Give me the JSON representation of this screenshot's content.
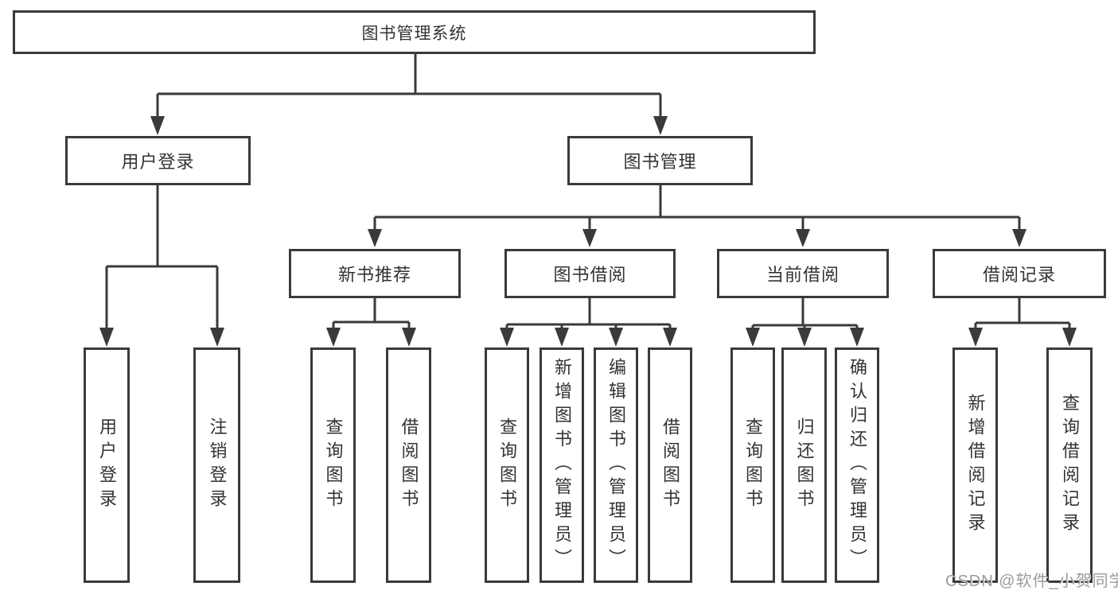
{
  "diagram_title": "图书管理系统",
  "tree": {
    "label": "图书管理系统",
    "children": [
      {
        "label": "用户登录",
        "children": [
          {
            "label": "用户登录"
          },
          {
            "label": "注销登录"
          }
        ]
      },
      {
        "label": "图书管理",
        "children": [
          {
            "label": "新书推荐",
            "children": [
              {
                "label": "查询图书"
              },
              {
                "label": "借阅图书"
              }
            ]
          },
          {
            "label": "图书借阅",
            "children": [
              {
                "label": "查询图书"
              },
              {
                "label": "新增图书（管理员）"
              },
              {
                "label": "编辑图书（管理员）"
              },
              {
                "label": "借阅图书"
              }
            ]
          },
          {
            "label": "当前借阅",
            "children": [
              {
                "label": "查询图书"
              },
              {
                "label": "归还图书"
              },
              {
                "label": "确认归还（管理员）"
              }
            ]
          },
          {
            "label": "借阅记录",
            "children": [
              {
                "label": "新增借阅记录"
              },
              {
                "label": "查询借阅记录"
              }
            ]
          }
        ]
      }
    ]
  },
  "watermark": {
    "text": "CSDN @软件_小贺同学"
  },
  "colors": {
    "box_border": "#3a3a3a",
    "connector": "#3a3a3a",
    "text": "#333333",
    "background": "#ffffff",
    "watermark_text": "#9b9b9b"
  }
}
